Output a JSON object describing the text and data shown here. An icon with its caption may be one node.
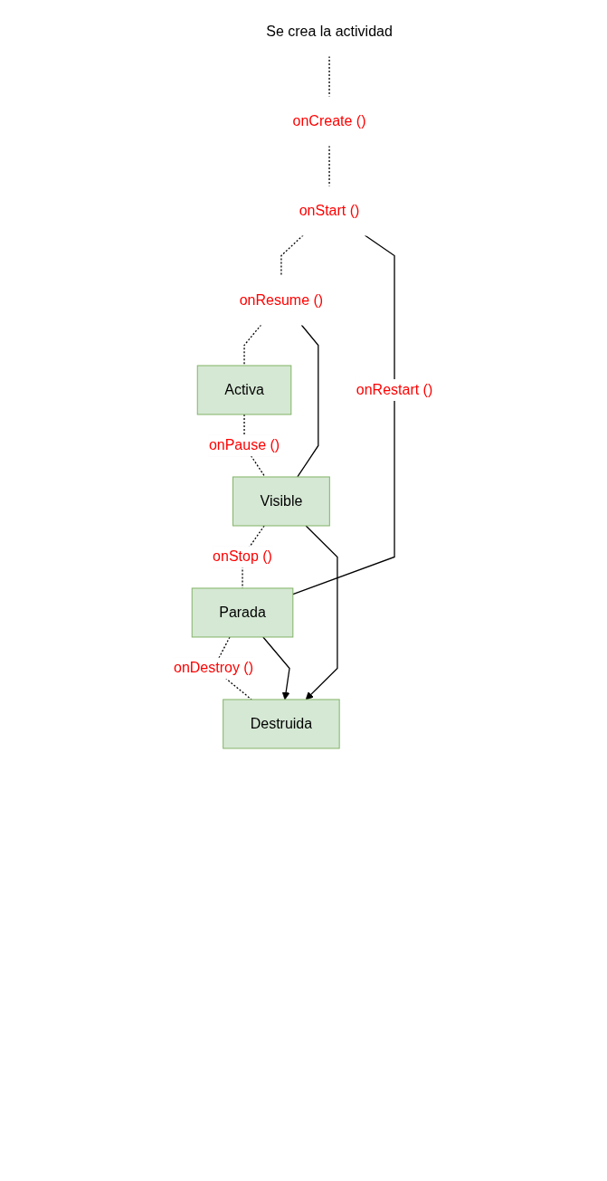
{
  "diagram": {
    "nodes": [
      {
        "text": [
          "Se crea la actividad"
        ]
      },
      {
        "text": [
          "onCreate ()"
        ]
      },
      {
        "text": [
          "onStart ()"
        ]
      },
      {
        "text": [
          "onResume ()"
        ]
      },
      {
        "text": [
          "Activa"
        ]
      },
      {
        "text": [
          "Visible"
        ]
      },
      {
        "text": [
          "Parada"
        ]
      },
      {
        "text": [
          "Destruida"
        ]
      }
    ],
    "edges": [
      {
        "from": 0,
        "to": 1,
        "arrow": "none",
        "style": "dashed"
      },
      {
        "from": 1,
        "to": 2,
        "arrow": "none",
        "style": "dashed"
      },
      {
        "from": 2,
        "to": 3,
        "arrow": "none",
        "style": "dashed"
      },
      {
        "from": 3,
        "to": 4,
        "arrow": "none",
        "style": "dashed"
      },
      {
        "from": 4,
        "to": 5,
        "label": "onPause ()",
        "arrow": "none",
        "style": "dashed"
      },
      {
        "from": 5,
        "to": 6,
        "label": "onStop ()",
        "arrow": "none",
        "style": "dashed"
      },
      {
        "from": 6,
        "to": 7,
        "label": "onDestroy ()",
        "arrow": "none",
        "style": "dashed"
      },
      {
        "from": 5,
        "to": 3,
        "arrow": "none"
      },
      {
        "from": 6,
        "to": 2,
        "label": "onRestart ()",
        "arrow": "none"
      },
      {
        "from": 5,
        "to": 7,
        "arrow": "to"
      },
      {
        "from": 6,
        "to": 7,
        "arrow": "to"
      }
    ]
  }
}
